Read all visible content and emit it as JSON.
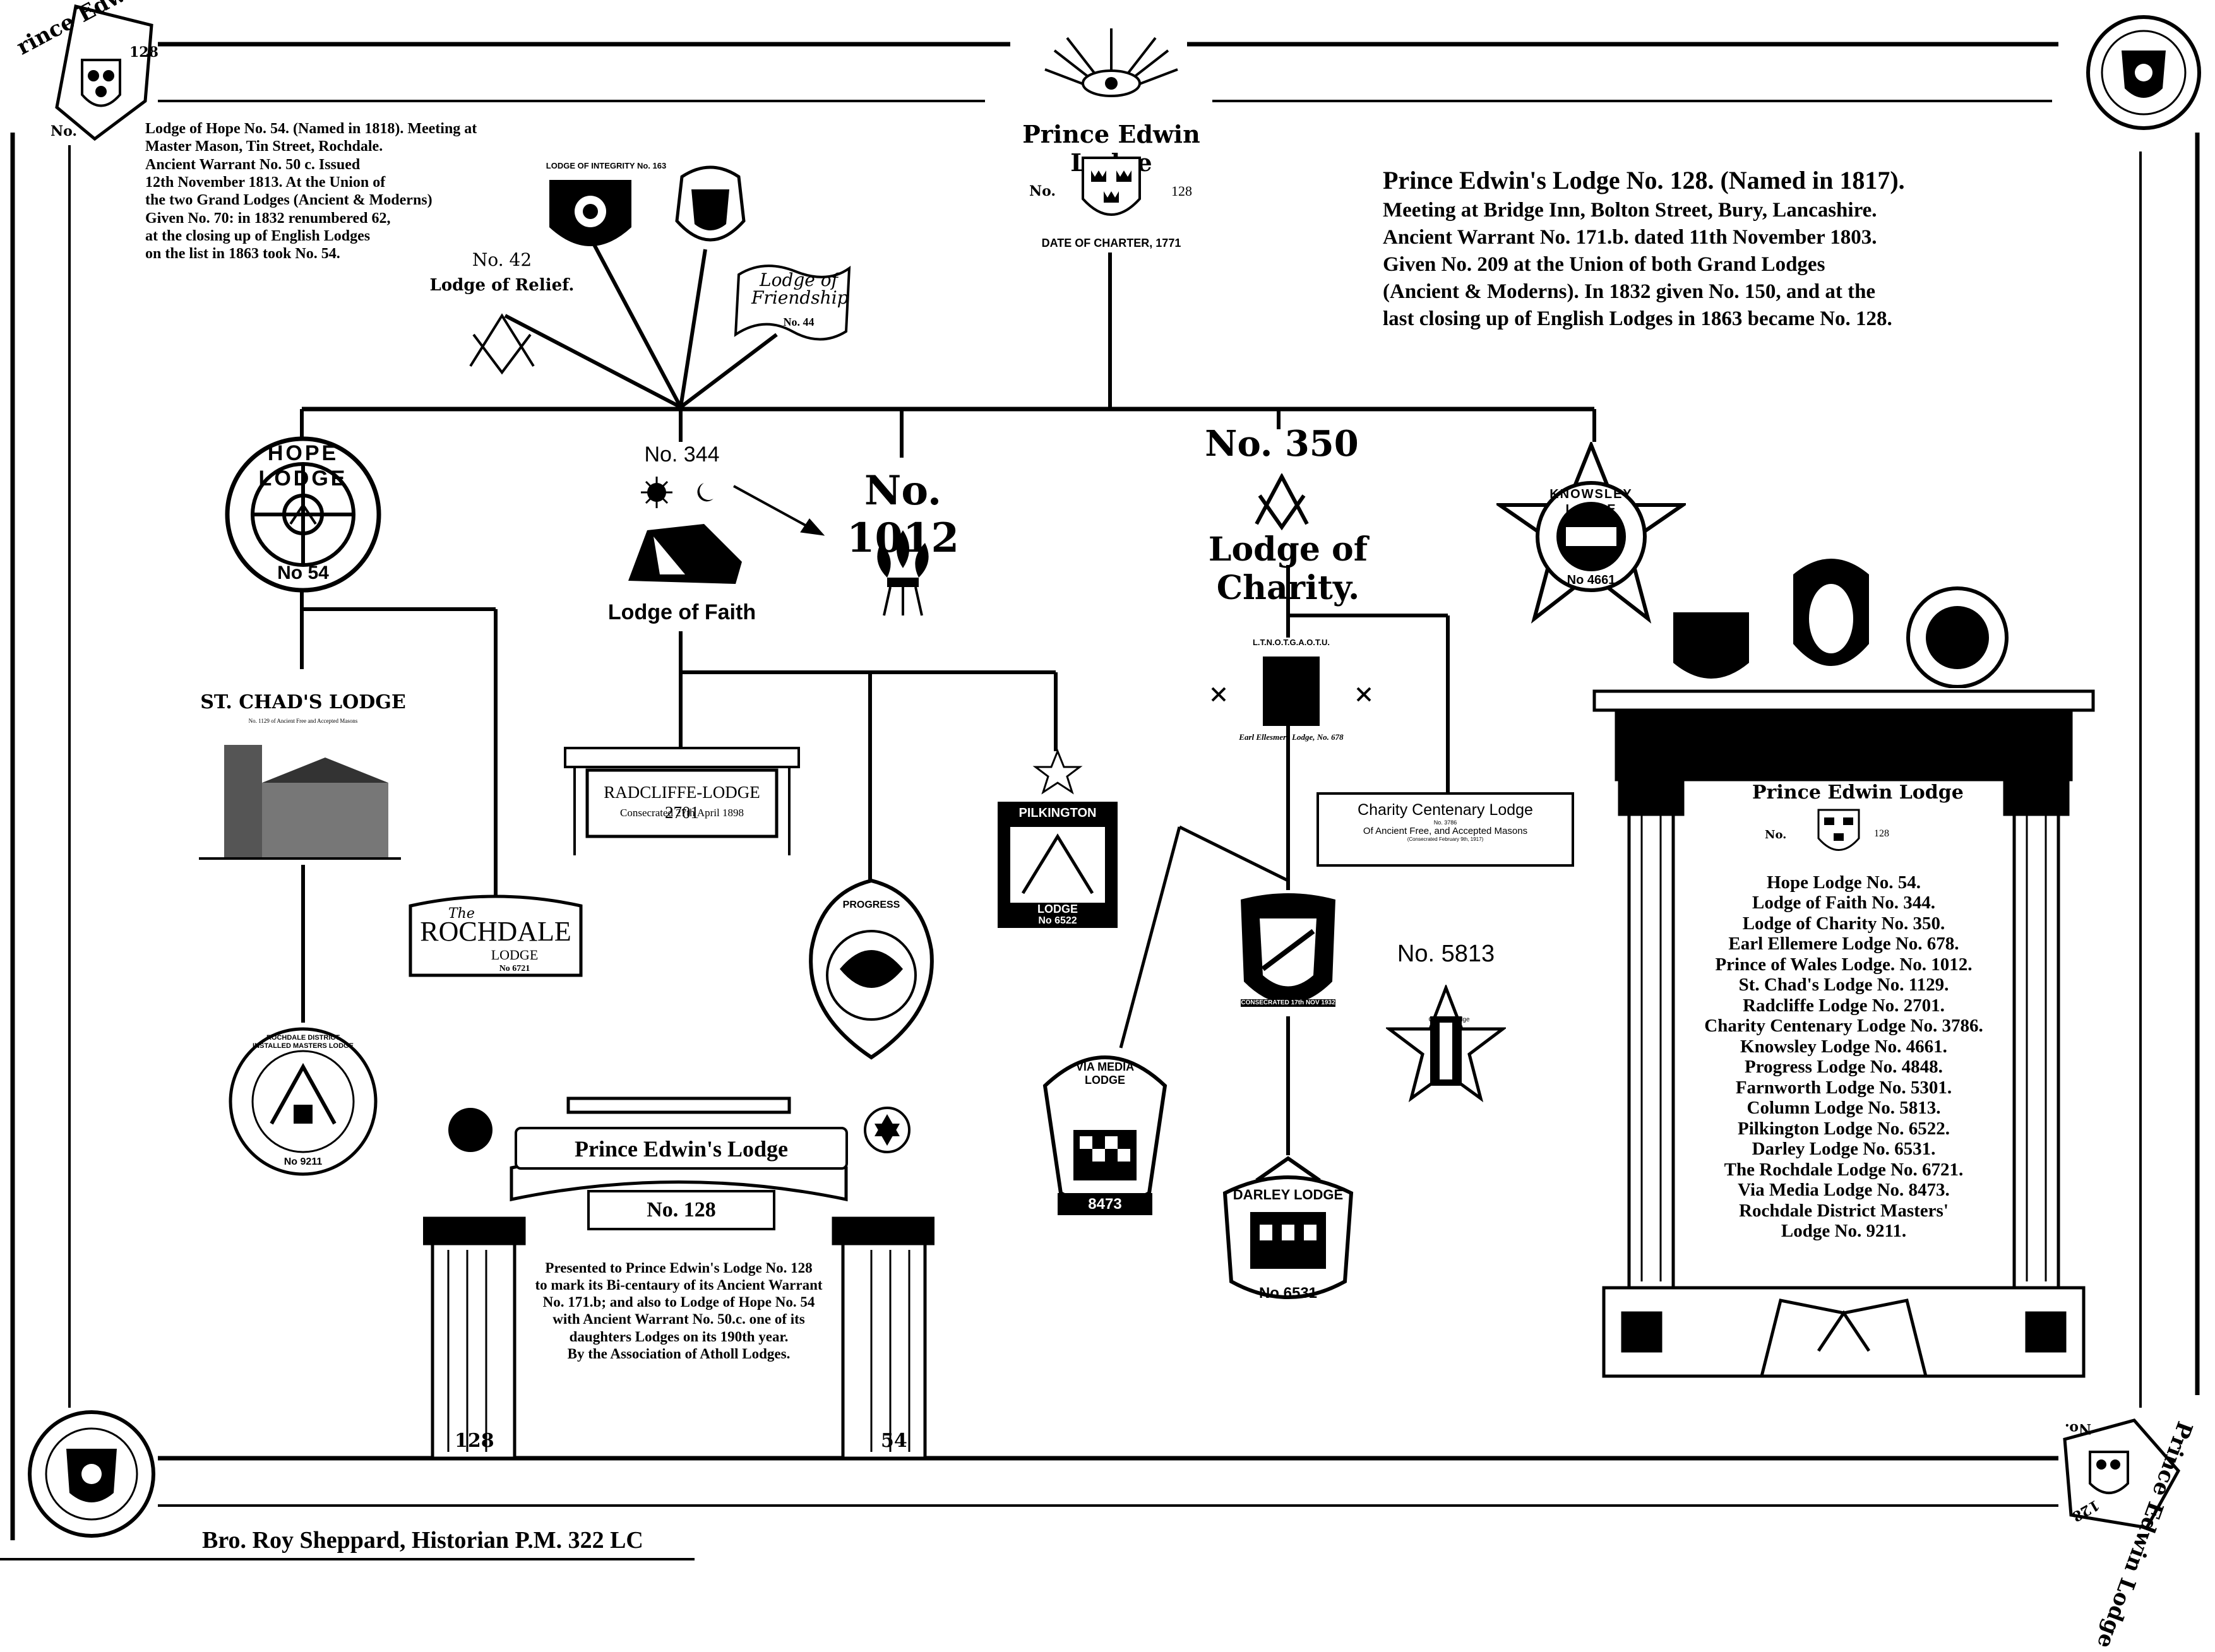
{
  "corner_top_left": {
    "text": "rince Edwin Lodge",
    "no": "No.",
    "num": "128"
  },
  "corner_bottom_right": {
    "text": "Prince Edwin Lodge",
    "no": "No.",
    "num": "128"
  },
  "top_emblem": {
    "title": "Prince Edwin Lodge",
    "no": "No.",
    "num": "128",
    "charter": "DATE OF CHARTER, 1771"
  },
  "hope_text": {
    "lines": [
      "Lodge of Hope No. 54. (Named in 1818). Meeting at",
      "Master Mason, Tin Street, Rochdale.",
      "Ancient Warrant No. 50 c. Issued",
      "12th November 1813. At the Union of",
      "the two Grand Lodges (Ancient & Moderns)",
      "Given No. 70: in 1832 renumbered 62,",
      "at the closing up of English Lodges",
      "on the list in 1863 took No. 54."
    ]
  },
  "prince_text": {
    "lines": [
      "Prince Edwin's Lodge No. 128. (Named in 1817).",
      "Meeting at Bridge Inn, Bolton Street, Bury, Lancashire.",
      "Ancient Warrant No. 171.b. dated 11th November 1803.",
      "Given No. 209 at the Union of both Grand Lodges",
      "(Ancient & Moderns). In 1832 given No. 150, and at the",
      "last closing up of English Lodges in 1863 became No. 128."
    ]
  },
  "integrity_label": "LODGE OF INTEGRITY No. 163",
  "relief": {
    "no": "No. 42",
    "name": "Lodge of Relief."
  },
  "friendship": {
    "name": "Lodge of Friendship",
    "no": "No. 44"
  },
  "hope_lodge": {
    "top": "HOPE LODGE",
    "bottom": "No 54"
  },
  "faith": {
    "no": "No. 344",
    "name": "Lodge of Faith"
  },
  "no1012": "No. 1012",
  "charity": {
    "no": "No. 350",
    "name": "Lodge of Charity."
  },
  "knowsley": {
    "name": "KNOWSLEY LODGE",
    "no": "No 4661"
  },
  "stchad": {
    "name": "ST. CHAD'S LODGE",
    "sub": "No. 1129 of Ancient Free and Accepted Masons"
  },
  "rochdale": {
    "the": "The",
    "name": "ROCHDALE",
    "lodge": "LODGE",
    "no": "No 6721"
  },
  "rdiml": {
    "text": "ROCHDALE DISTRICT INSTALLED MASTERS LODGE",
    "no": "No 9211"
  },
  "radcliffe": {
    "name": "RADCLIFFE-LODGE 2701",
    "sub": "Consecrated 27th April 1898"
  },
  "progress": {
    "name": "PROGRESS"
  },
  "pilkington": {
    "name": "PILKINGTON",
    "lodge": "LODGE",
    "no": "No 6522"
  },
  "ellesmere": {
    "top": "L.T.N.O.T.G.A.O.T.U.",
    "name": "Earl Ellesmere Lodge, No. 678"
  },
  "centenary": {
    "name": "Charity Centenary Lodge",
    "no": "No. 3786",
    "sub": "Of Ancient Free, and Accepted Masons",
    "tiny": "(Consecrated February 9th, 1917)"
  },
  "column": {
    "no": "No. 5813",
    "name": "Column Lodge"
  },
  "farnworth": {
    "text": "CONSECRATED 17th NOV 1932"
  },
  "via_media": {
    "name": "VIA MEDIA LODGE",
    "no": "8473"
  },
  "darley": {
    "name": "DARLEY LODGE",
    "no": "No 6531"
  },
  "bottom_plaque": {
    "title": "Prince Edwin's Lodge",
    "no": "No. 128",
    "lines": [
      "Presented to Prince Edwin's Lodge No. 128",
      "to mark its Bi-centaury of its Ancient Warrant",
      "No. 171.b; and also to Lodge of Hope No. 54",
      "with Ancient Warrant No. 50.c. one of its",
      "daughters Lodges on its 190th year.",
      "By the Association of Atholl Lodges."
    ],
    "col_left": "128",
    "col_right": "54"
  },
  "right_panel": {
    "title": "Prince Edwin Lodge",
    "no": "No.",
    "num": "128",
    "lodges": [
      "Hope Lodge No. 54.",
      "Lodge of Faith No. 344.",
      "Lodge of Charity No. 350.",
      "Earl Ellemere Lodge No. 678.",
      "Prince of Wales Lodge. No. 1012.",
      "St. Chad's Lodge No. 1129.",
      "Radcliffe Lodge No. 2701.",
      "Charity Centenary Lodge No. 3786.",
      "Knowsley Lodge No. 4661.",
      "Progress Lodge No. 4848.",
      "Farnworth Lodge No. 5301.",
      "Column Lodge No. 5813.",
      "Pilkington Lodge No. 6522.",
      "Darley Lodge No. 6531.",
      "The Rochdale Lodge No. 6721.",
      "Via Media Lodge No. 8473.",
      "Rochdale District Masters'",
      "Lodge No. 9211."
    ]
  },
  "footer": "Bro. Roy Sheppard, Historian P.M. 322 LC"
}
